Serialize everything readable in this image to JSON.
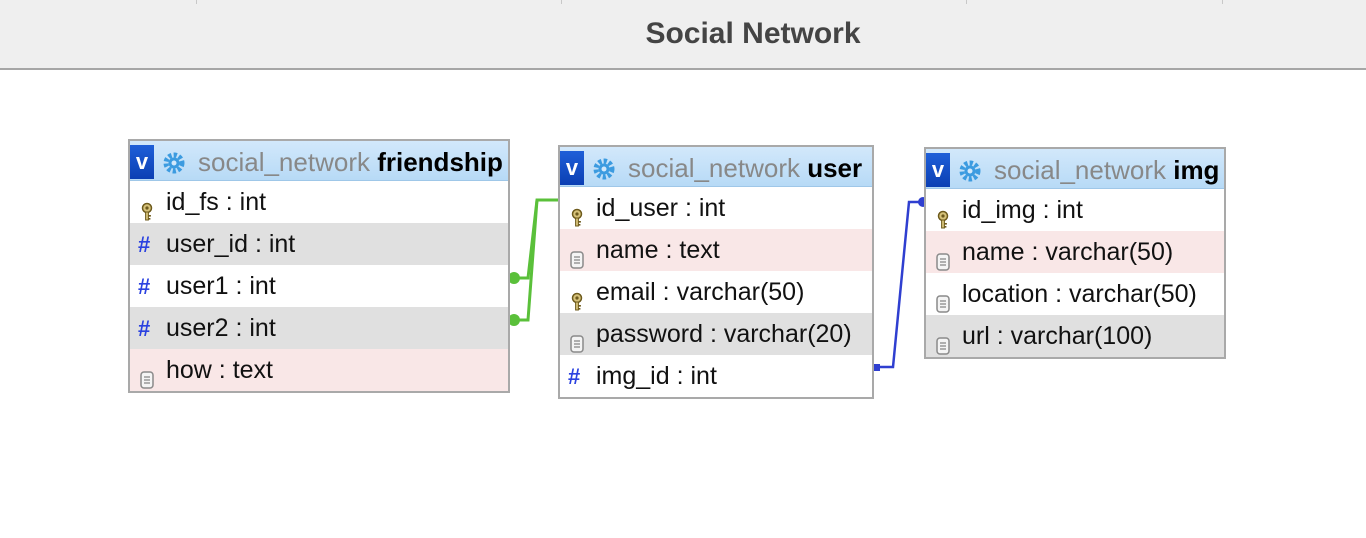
{
  "page": {
    "title": "Social Network"
  },
  "tables": {
    "friendship": {
      "db": "social_network",
      "name": "friendship",
      "columns": [
        {
          "label": "id_fs : int",
          "icon": "key-icon",
          "bg": "white"
        },
        {
          "label": "user_id : int",
          "icon": "hash-icon",
          "bg": "gray"
        },
        {
          "label": "user1 : int",
          "icon": "hash-icon",
          "bg": "white"
        },
        {
          "label": "user2 : int",
          "icon": "hash-icon",
          "bg": "gray"
        },
        {
          "label": "how : text",
          "icon": "text-column-icon",
          "bg": "pink"
        }
      ]
    },
    "user": {
      "db": "social_network",
      "name": "user",
      "columns": [
        {
          "label": "id_user : int",
          "icon": "key-icon",
          "bg": "white"
        },
        {
          "label": "name : text",
          "icon": "text-column-icon",
          "bg": "pink"
        },
        {
          "label": "email : varchar(50)",
          "icon": "key-icon",
          "bg": "white"
        },
        {
          "label": "password : varchar(20)",
          "icon": "text-column-icon",
          "bg": "gray"
        },
        {
          "label": "img_id : int",
          "icon": "hash-icon",
          "bg": "white"
        }
      ]
    },
    "img": {
      "db": "social_network",
      "name": "img",
      "columns": [
        {
          "label": "id_img : int",
          "icon": "key-icon",
          "bg": "white"
        },
        {
          "label": "name : varchar(50)",
          "icon": "text-column-icon",
          "bg": "pink"
        },
        {
          "label": "location : varchar(50)",
          "icon": "text-column-icon",
          "bg": "white"
        },
        {
          "label": "url : varchar(100)",
          "icon": "text-column-icon",
          "bg": "gray"
        }
      ]
    }
  },
  "colors": {
    "relation_friendship_user": "#5ac03a",
    "relation_user_img": "#2f3fd0",
    "header_icon": "#1f5fd8"
  }
}
